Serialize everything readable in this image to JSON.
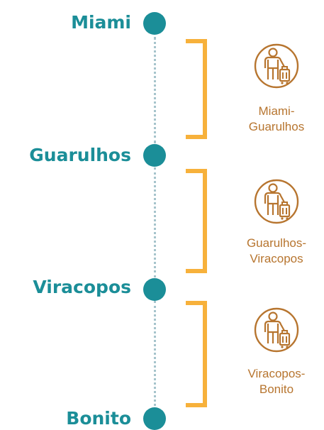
{
  "colors": {
    "accent": "#1b8e98",
    "bracket": "#f7b13b",
    "leg_text": "#b7752f",
    "dotted_line": "#a6c4cc"
  },
  "stops": [
    {
      "name": "Miami"
    },
    {
      "name": "Guarulhos"
    },
    {
      "name": "Viracopos"
    },
    {
      "name": "Bonito"
    }
  ],
  "legs": [
    {
      "line1": "Miami-",
      "line2": "Guarulhos",
      "icon": "traveler-with-luggage-icon"
    },
    {
      "line1": "Guarulhos-",
      "line2": "Viracopos",
      "icon": "traveler-with-luggage-icon"
    },
    {
      "line1": "Viracopos-",
      "line2": "Bonito",
      "icon": "traveler-with-luggage-icon"
    }
  ]
}
